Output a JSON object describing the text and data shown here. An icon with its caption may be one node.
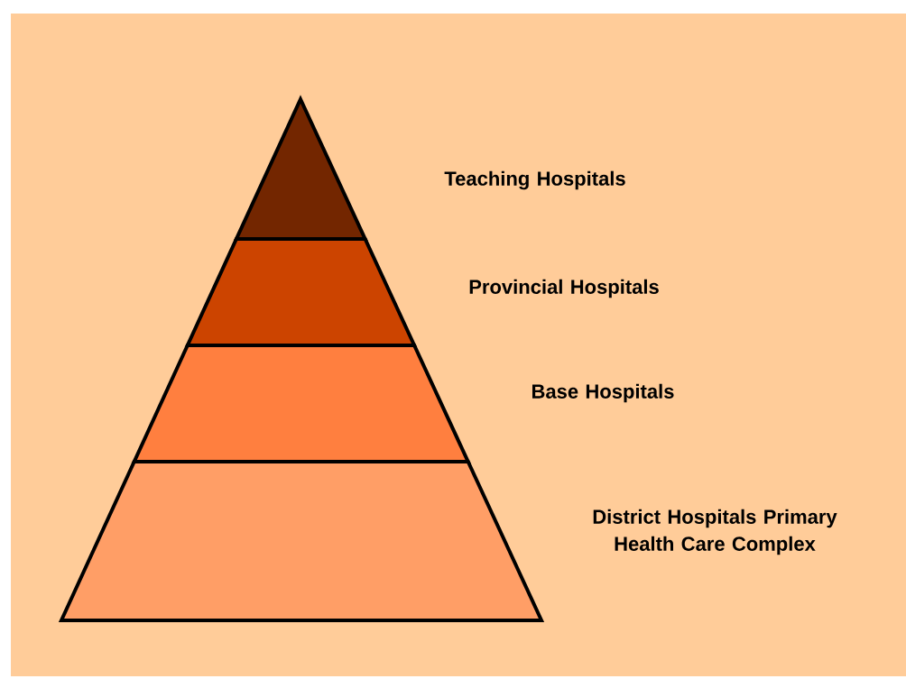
{
  "diagram": {
    "nodes": [
      {
        "text": [],
        "shape": "triangle",
        "beside": [
          "Teaching Hospitals"
        ]
      },
      {
        "text": [],
        "shape": "trapezoid",
        "beside": [
          "Provincial Hospitals"
        ]
      },
      {
        "text": [],
        "shape": "trapezoid",
        "beside": [
          "Base Hospitals"
        ]
      },
      {
        "text": [],
        "shape": "trapezoid",
        "beside": [
          "District Hospitals Primary Health Care Complex"
        ]
      }
    ]
  }
}
